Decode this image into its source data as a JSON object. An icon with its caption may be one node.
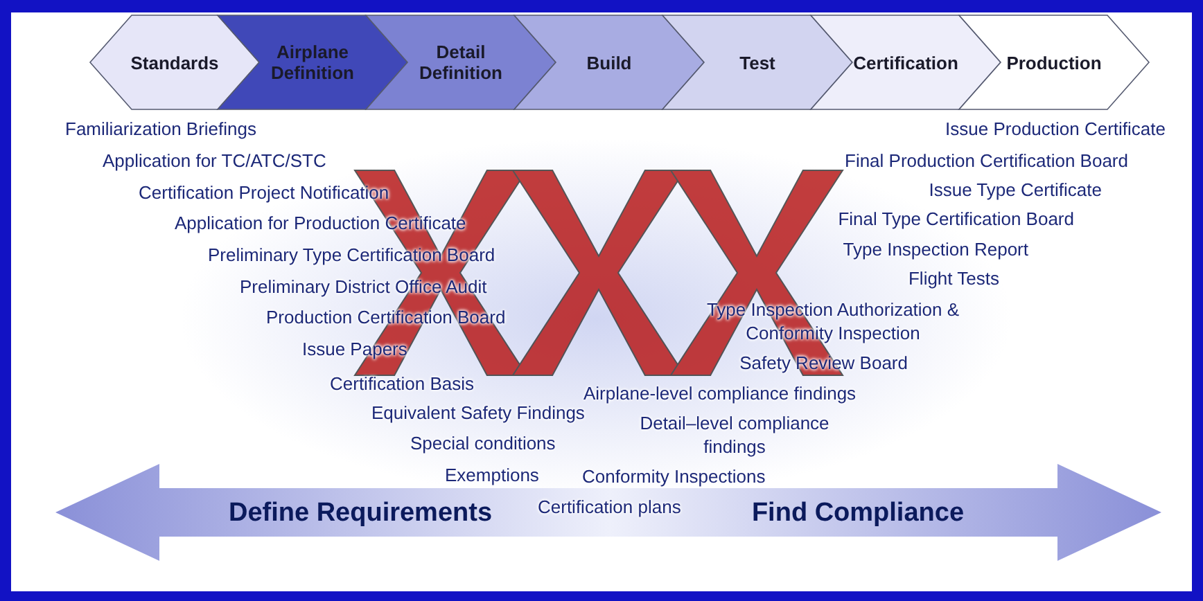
{
  "diagram": {
    "nodes": [
      {
        "text": [
          "Standards"
        ]
      },
      {
        "text": [
          "Airplane Definition"
        ]
      },
      {
        "text": [
          "Detail Definition"
        ]
      },
      {
        "text": [
          "Build"
        ]
      },
      {
        "text": [
          "Test"
        ]
      },
      {
        "text": [
          "Certification"
        ]
      },
      {
        "text": [
          "Production"
        ]
      },
      {
        "text": [
          "Define Requirements"
        ]
      },
      {
        "text": [
          "Find Compliance"
        ]
      }
    ],
    "labels": [
      "Familiarization Briefings",
      "Issue Production Certificate",
      "Application for TC/ATC/STC",
      "Final Production Certification Board",
      "Certification Project Notification",
      "Issue Type Certificate",
      "Application for Production Certificate",
      "Final Type Certification Board",
      "Preliminary Type Certification Board",
      "Type Inspection Report",
      "Preliminary District Office Audit",
      "Flight Tests",
      "Production Certification Board",
      "Type Inspection Authorization & Conformity Inspection",
      "Issue Papers",
      "Safety Review Board",
      "Certification Basis",
      "Airplane-level compliance findings",
      "Equivalent Safety Findings",
      "Detail–level compliance findings",
      "Special conditions",
      "Exemptions",
      "Conformity Inspections",
      "Certification plans"
    ]
  }
}
